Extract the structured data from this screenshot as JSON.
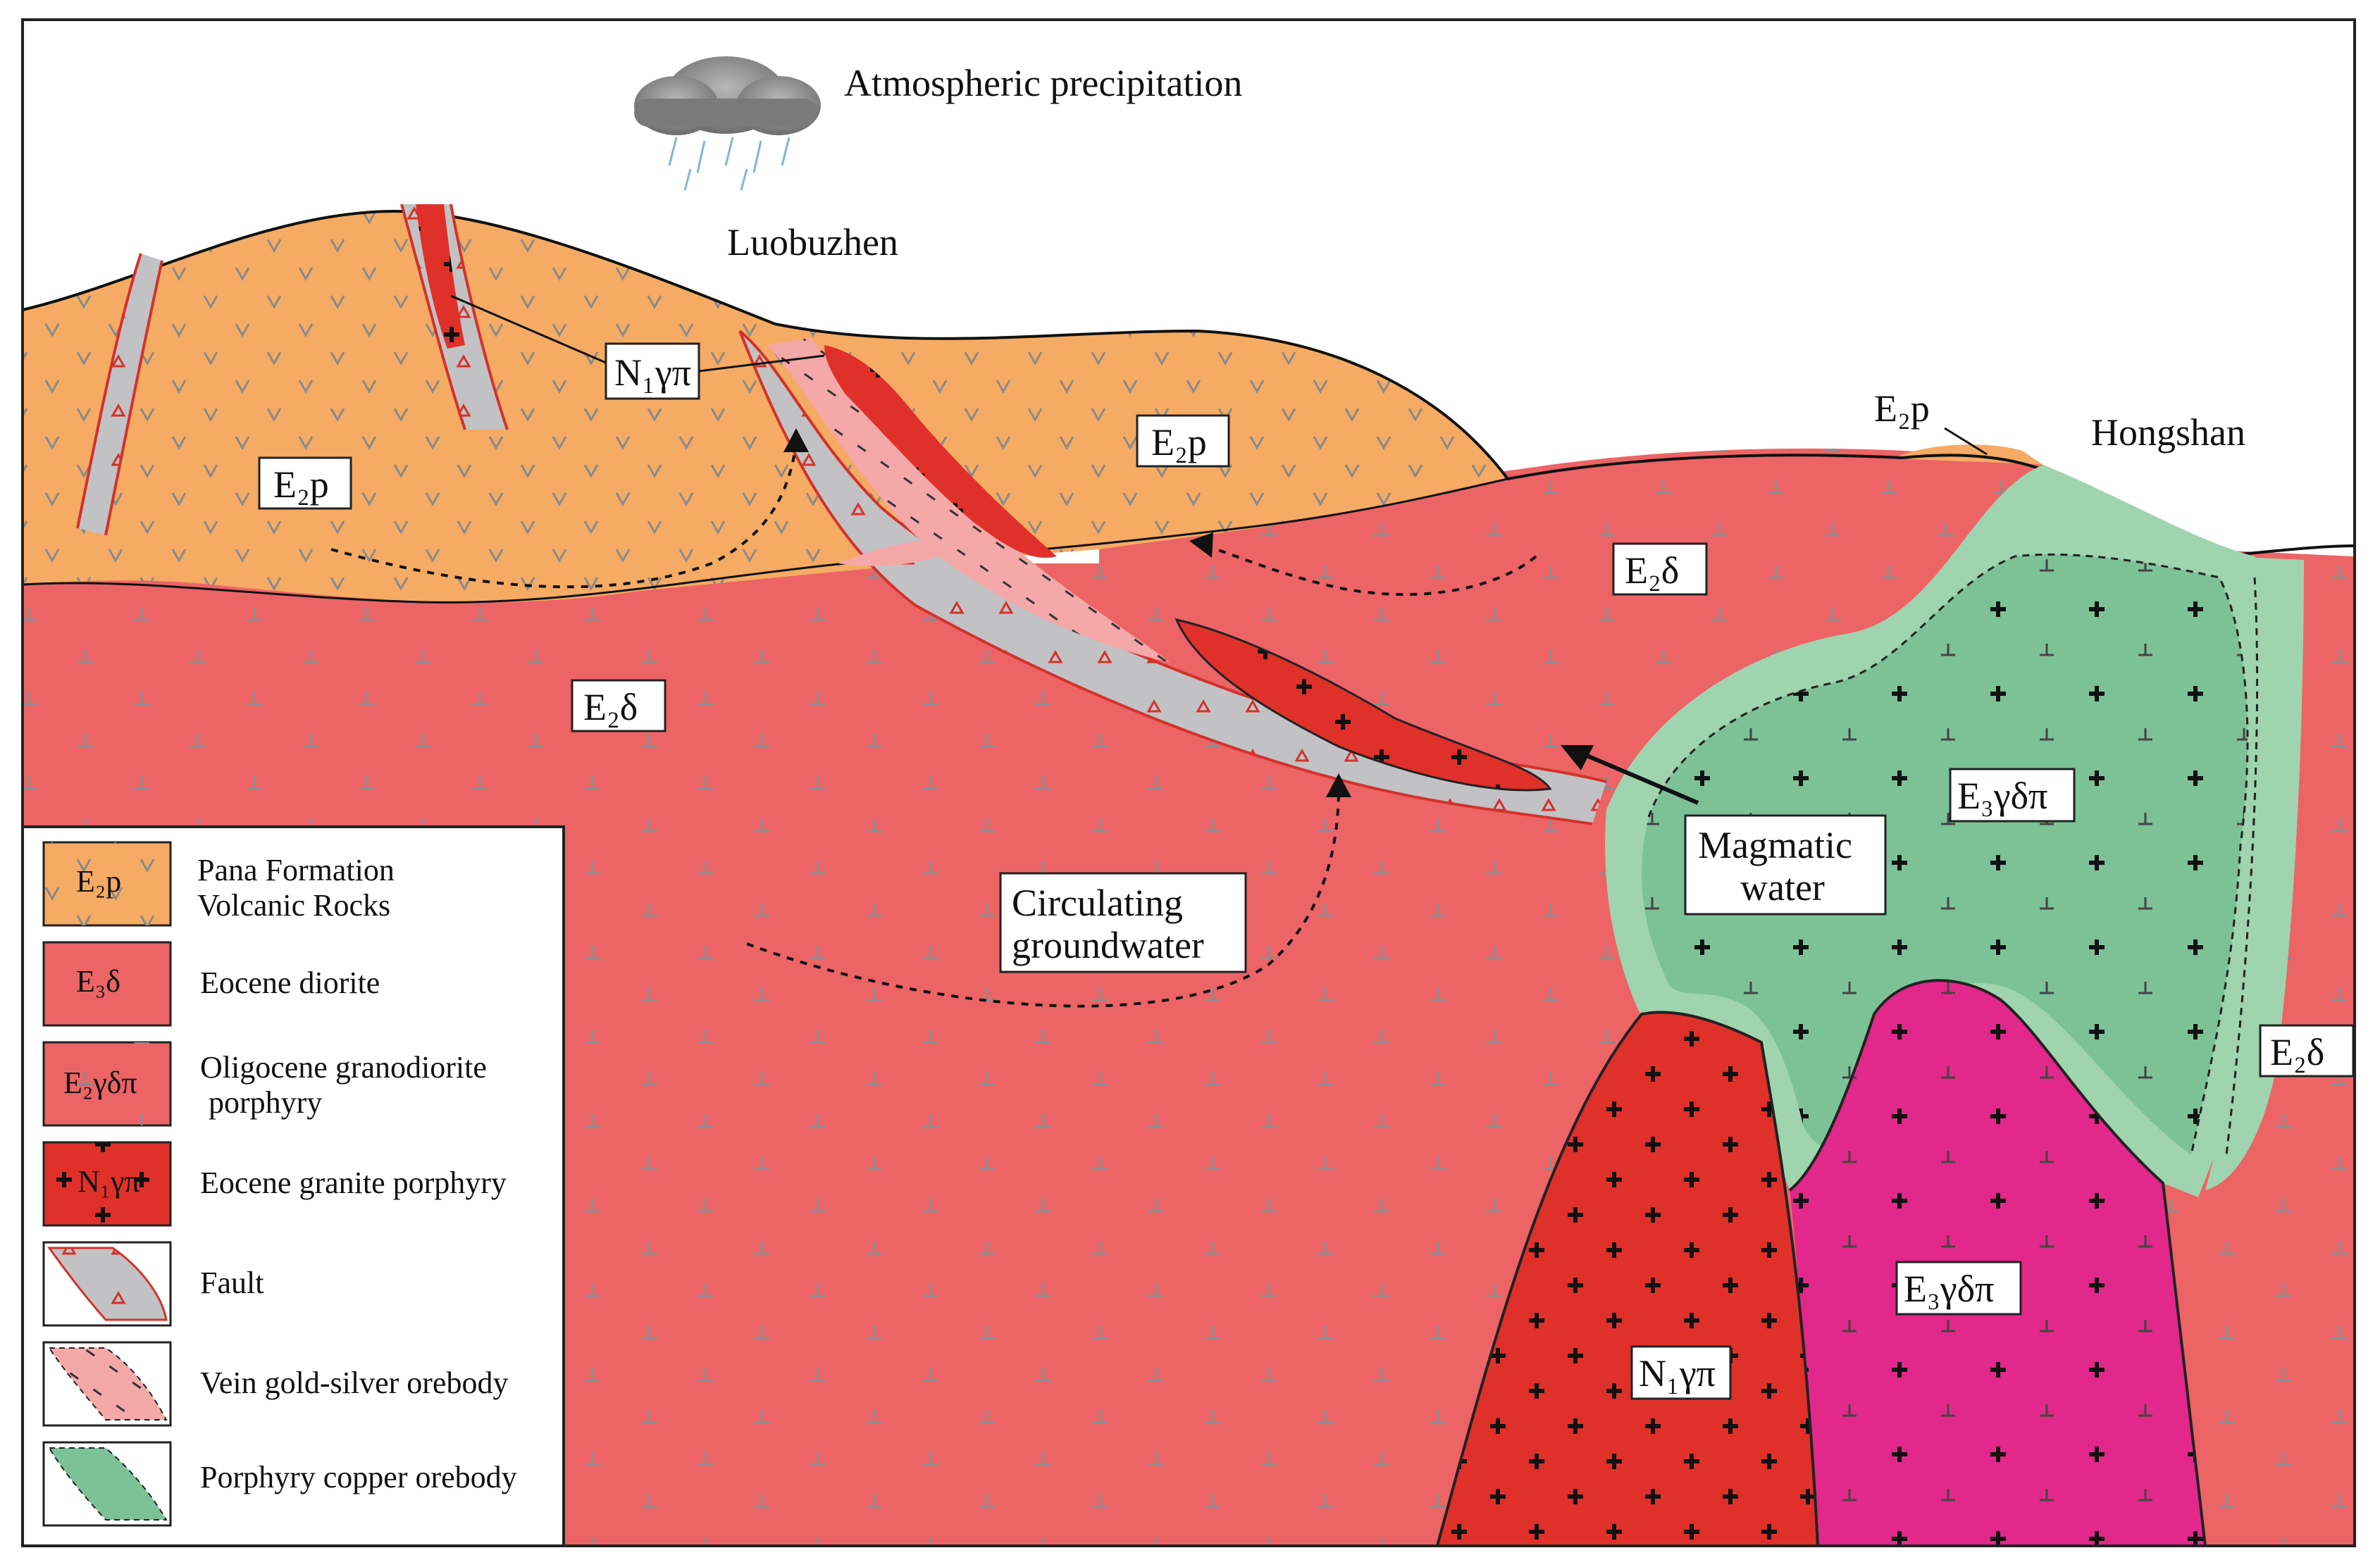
{
  "title_annotations": {
    "atmospheric": "Atmospheric precipitation",
    "luobuzhen": "Luobuzhen",
    "hongshan": "Hongshan"
  },
  "unit_labels": {
    "e2p": "E₂p",
    "e2delta": "E₂δ",
    "e3gdp": "E₃γδπ",
    "n1gp": "N₁γπ"
  },
  "flow_labels": {
    "circulating_1": "Circulating",
    "circulating_2": "groundwater",
    "magmatic_1": "Magmatic",
    "magmatic_2": "water"
  },
  "legend": [
    {
      "key": "e2p",
      "swatch_label": "E₂p",
      "line1": "Pana Formation",
      "line2": "Volcanic Rocks",
      "color": "#f5ab63"
    },
    {
      "key": "e3delta",
      "swatch_label": "E₃δ",
      "line1": "Eocene diorite",
      "line2": "",
      "color": "#ec6466"
    },
    {
      "key": "e2gdp",
      "swatch_label": "E₂γδπ",
      "line1": "Oligocene granodiorite",
      "line2": "porphyry",
      "color": "#ec6466"
    },
    {
      "key": "n1gp",
      "swatch_label": "N₁γπ",
      "line1": "Eocene granite porphyry",
      "line2": "",
      "color": "#e0302a"
    },
    {
      "key": "fault",
      "swatch_label": "",
      "line1": "Fault",
      "line2": "",
      "color": "#c2c2c4"
    },
    {
      "key": "vein",
      "swatch_label": "",
      "line1": "Vein gold-silver orebody",
      "line2": "",
      "color": "#f4a8a8"
    },
    {
      "key": "porphyry",
      "swatch_label": "",
      "line1": "Porphyry copper orebody",
      "line2": "",
      "color": "#7dc296"
    }
  ],
  "colors": {
    "volcanic": "#f5ab63",
    "diorite": "#ec6466",
    "granite": "#e0302a",
    "green_outer": "#9fd4ae",
    "green_inner": "#7dc296",
    "magenta": "#e2288a",
    "fault": "#c2c2c4",
    "vein": "#f4a8a8"
  }
}
